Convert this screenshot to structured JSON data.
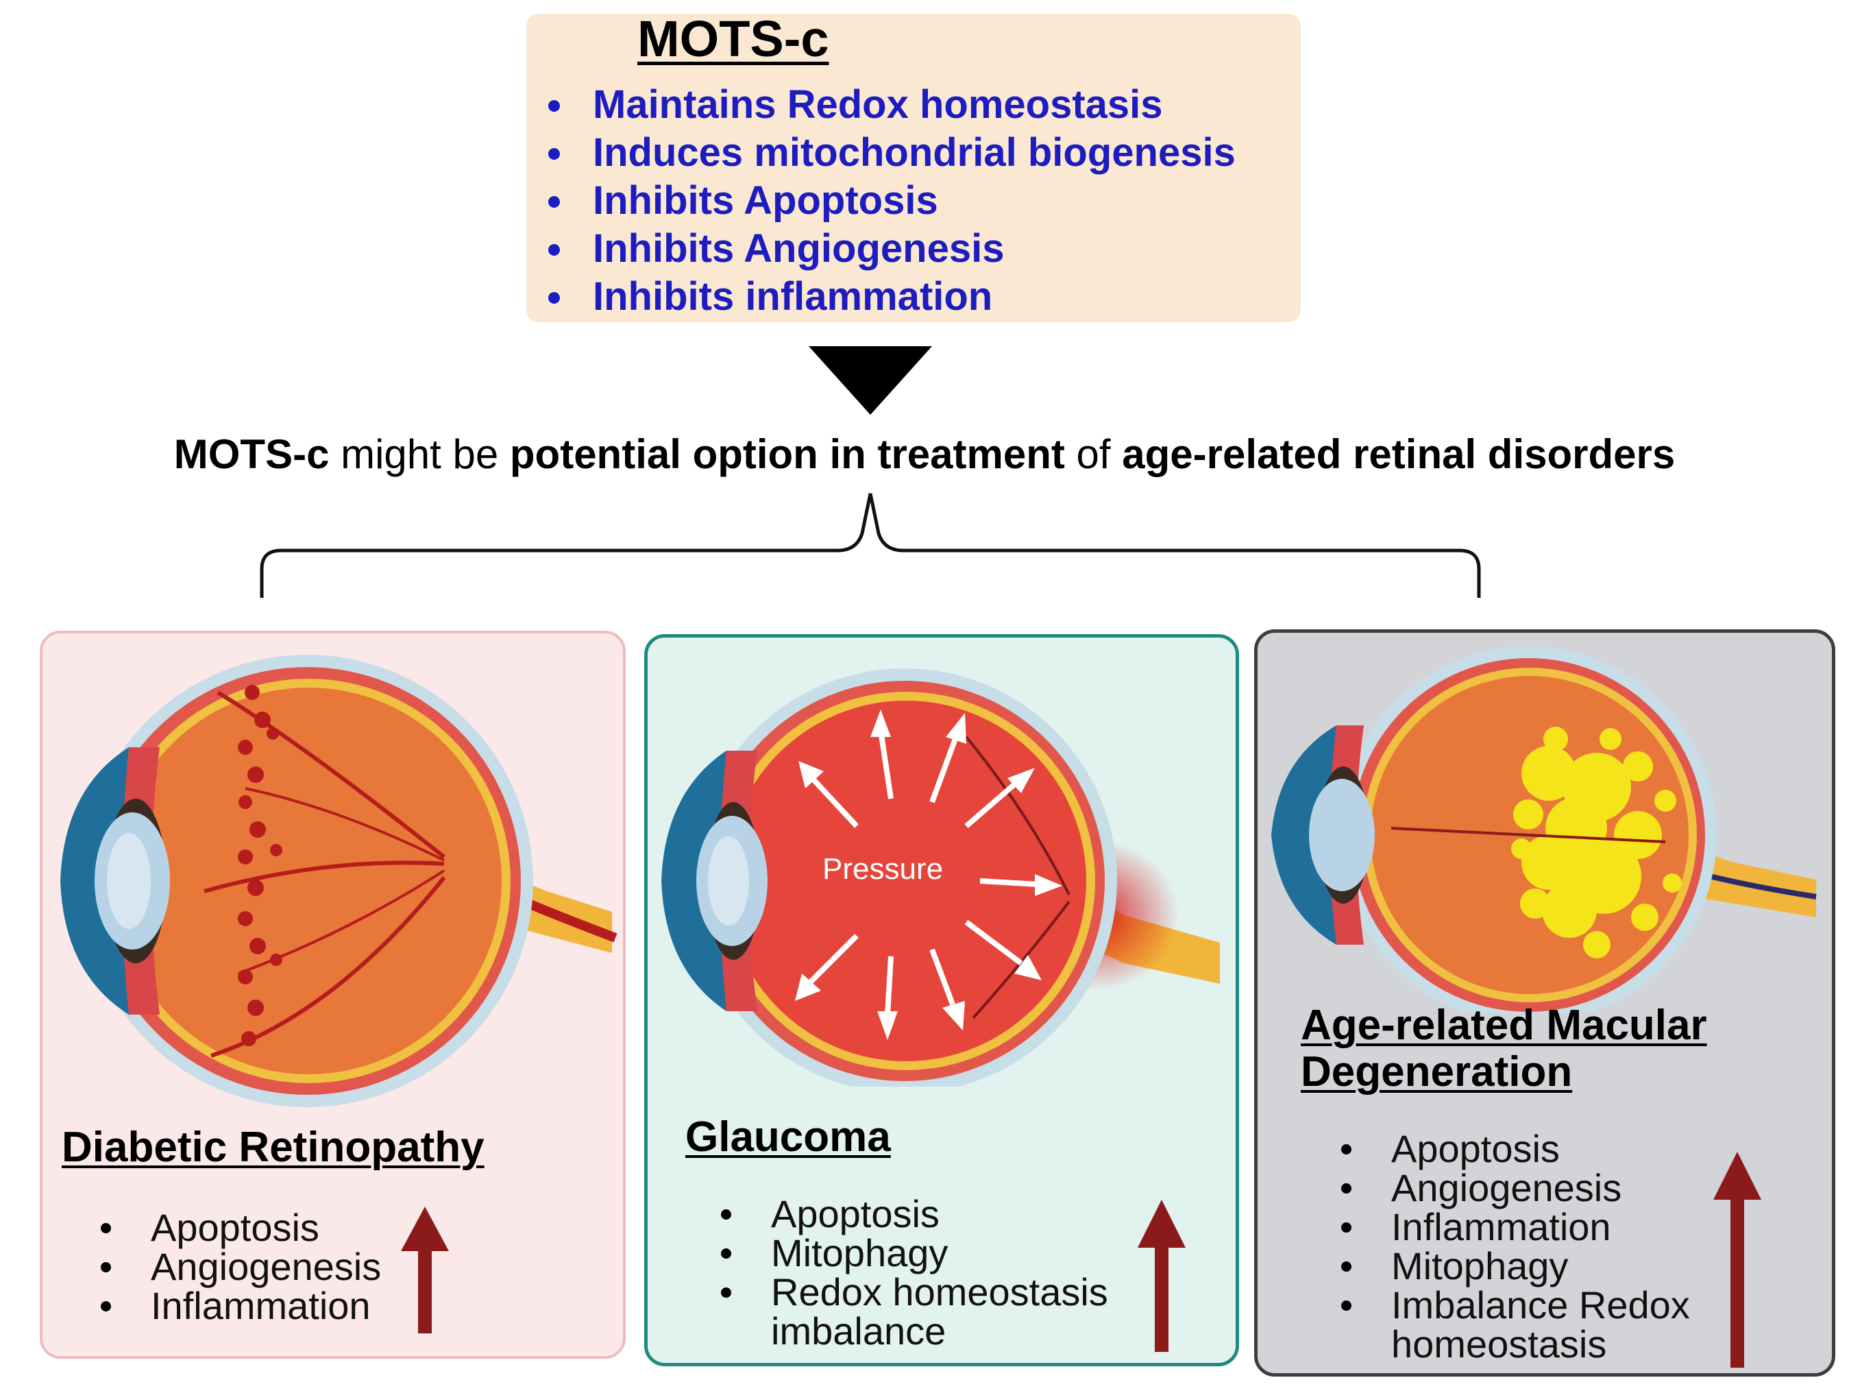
{
  "mots": {
    "title": "MOTS-c",
    "functions": [
      "Maintains Redox homeostasis",
      "Induces mitochondrial biogenesis",
      "Inhibits Apoptosis",
      "Inhibits Angiogenesis",
      "Inhibits inflammation"
    ]
  },
  "summary": {
    "part1": "MOTS-c",
    "part2": " might be ",
    "part3": "potential option in treatment",
    "part4": " of ",
    "part5": "age-related retinal disorders"
  },
  "diseases": [
    {
      "name": "Diabetic Retinopathy",
      "effects": [
        "Apoptosis",
        "Angiogenesis",
        "Inflammation"
      ]
    },
    {
      "name": "Glaucoma",
      "effects": [
        "Apoptosis",
        "Mitophagy",
        "Redox homeostasis",
        "imbalance"
      ],
      "eye_label": "Pressure"
    },
    {
      "name_line1": "Age-related Macular ",
      "name_line2": "Degeneration",
      "effects": [
        "Apoptosis",
        "Angiogenesis",
        "Inflammation",
        "Mitophagy",
        "Imbalance Redox",
        "homeostasis"
      ]
    }
  ],
  "colors": {
    "mots_box": "#fbe8d2",
    "mots_text": "#1c1cc0",
    "increase_arrow": "#8b1a1a",
    "panel_dr": "#fbe9e9",
    "panel_glaucoma": "#e2f2ef",
    "panel_amd": "#d2d4d8"
  },
  "icons": [
    "arrow-down-triangle",
    "curly-brace",
    "eye-diabetic-retinopathy",
    "eye-glaucoma",
    "eye-amd",
    "up-arrow-increase"
  ]
}
